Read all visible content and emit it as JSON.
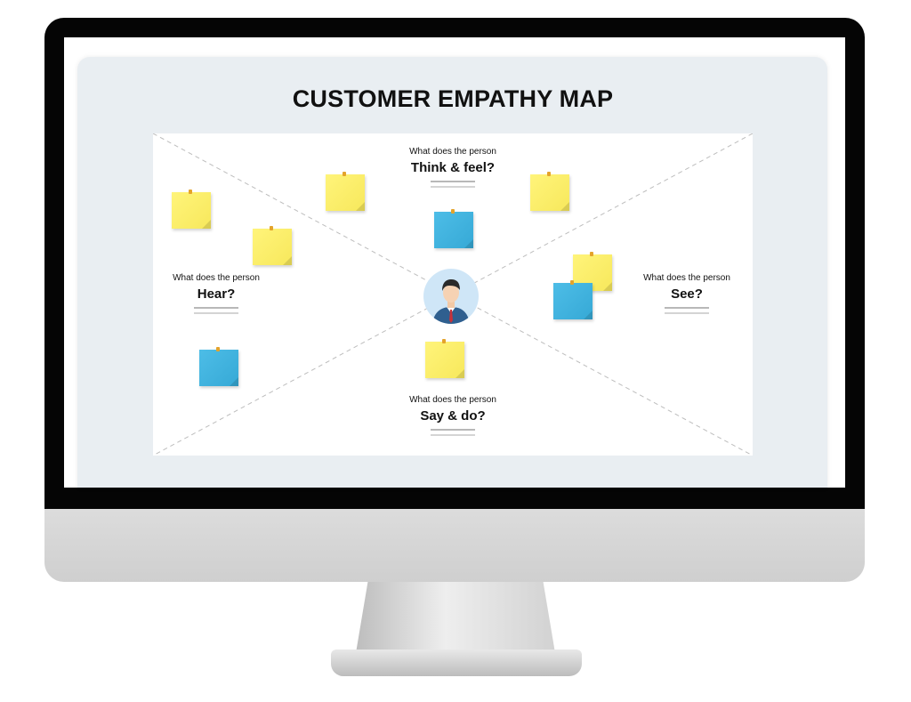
{
  "slide": {
    "title": "CUSTOMER EMPATHY MAP"
  },
  "quadrants": {
    "think": {
      "prompt": "What does the person",
      "label": "Think & feel?"
    },
    "hear": {
      "prompt": "What does the person",
      "label": "Hear?"
    },
    "see": {
      "prompt": "What does the person",
      "label": "See?"
    },
    "say": {
      "prompt": "What does the person",
      "label": "Say & do?"
    }
  },
  "colors": {
    "note_yellow": "#f9ec63",
    "note_blue": "#3fb2dd",
    "screen_bezel": "#050505",
    "panel_background": "#e9eef2"
  },
  "icons": {
    "center": "person-avatar-icon"
  }
}
